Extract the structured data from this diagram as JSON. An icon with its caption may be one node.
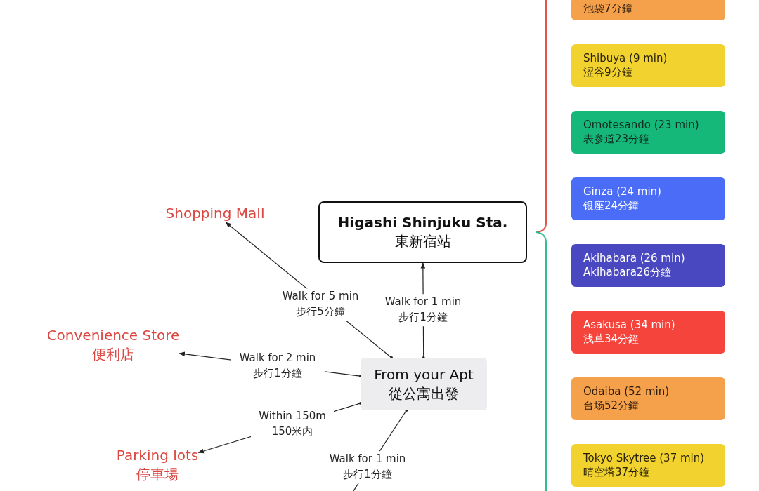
{
  "diagram": {
    "nodes": [
      {
        "text": [
          "Higashi Shinjuku Sta.",
          "東新宿站"
        ]
      },
      {
        "text": [
          "From your Apt",
          "從公寓出發"
        ]
      },
      {
        "text": [
          "Shopping Mall"
        ]
      },
      {
        "text": [
          "Convenience Store",
          "便利店"
        ]
      },
      {
        "text": [
          "Parking lots",
          "停車場"
        ]
      },
      {
        "text": [
          "池袋7分鐘"
        ]
      },
      {
        "text": [
          "Shibuya (9 min)",
          "涩谷9分鐘"
        ]
      },
      {
        "text": [
          "Omotesando (23 min)",
          "表参道23分鐘"
        ]
      },
      {
        "text": [
          "Ginza (24 min)",
          "银座24分鐘"
        ]
      },
      {
        "text": [
          "Akihabara (26 min)",
          "Akihabara26分鐘"
        ]
      },
      {
        "text": [
          "Asakusa (34 min)",
          "浅草34分鐘"
        ]
      },
      {
        "text": [
          "Odaiba (52 min)",
          "台场52分鐘"
        ]
      },
      {
        "text": [
          "Tokyo Skytree (37 min)",
          "晴空塔37分鐘"
        ]
      }
    ],
    "edges": [
      {
        "from": 1,
        "to": 0,
        "arrow": "to",
        "label": "Walk for 1 min 步行1分鐘"
      },
      {
        "from": 1,
        "to": 2,
        "arrow": "to",
        "label": "Walk for 5 min 步行5分鐘"
      },
      {
        "from": 1,
        "to": 3,
        "arrow": "to",
        "label": "Walk for 2 min 步行1分鐘"
      },
      {
        "from": 1,
        "to": 4,
        "arrow": "to",
        "label": "Within 150m 150米内"
      },
      {
        "from": 1,
        "to": null,
        "arrow": "to",
        "label": "Walk for 1 min 步行1分鐘"
      }
    ]
  }
}
